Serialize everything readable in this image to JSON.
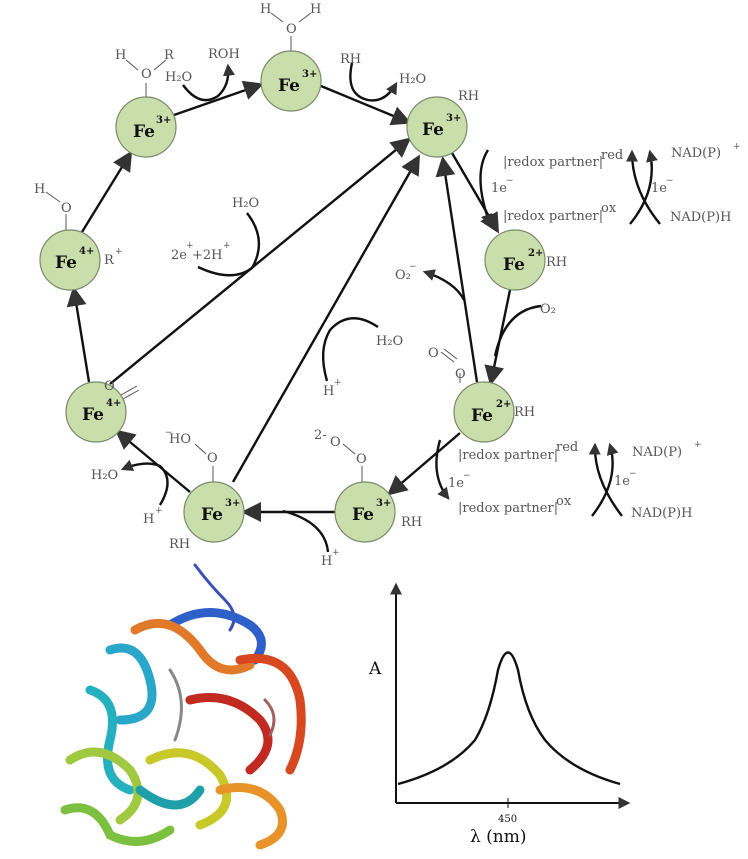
{
  "colors": {
    "node_fill": "#c9deab",
    "arrow": "#111111",
    "label": "#555555"
  },
  "nodes": [
    {
      "id": "resting-hoR",
      "ion": "Fe",
      "charge": "3+"
    },
    {
      "id": "aqua",
      "ion": "Fe",
      "charge": "3+"
    },
    {
      "id": "substrate-bound",
      "ion": "Fe",
      "charge": "3+"
    },
    {
      "id": "ferrous",
      "ion": "Fe",
      "charge": "2+"
    },
    {
      "id": "oxy",
      "ion": "Fe",
      "charge": "2+"
    },
    {
      "id": "peroxo",
      "ion": "Fe",
      "charge": "3+"
    },
    {
      "id": "hydroperoxo",
      "ion": "Fe",
      "charge": "3+"
    },
    {
      "id": "compound-i",
      "ion": "Fe",
      "charge": "4+"
    },
    {
      "id": "hydroxo",
      "ion": "Fe",
      "charge": "4+"
    }
  ],
  "labels": {
    "H": "H",
    "O": "O",
    "R": "R",
    "RH": "RH",
    "ROH": "ROH",
    "H2O": "H₂O",
    "Hplus": "H",
    "plus": "+",
    "minus": "−",
    "two_e": "2e",
    "two_h": "+2H",
    "O2": "O₂",
    "O2minus": "O₂",
    "redox": "|redox partner|",
    "red": "red",
    "ox": "ox",
    "one_e": "1e",
    "nadp": "NAD(P)",
    "nadph": "NAD(P)H",
    "HO": "HO",
    "two_minus": "2-",
    "Rplus": "R"
  },
  "spectrum": {
    "ylabel": "A",
    "xlabel": "λ (nm)",
    "xtick": "450",
    "peak_nm": 450
  }
}
